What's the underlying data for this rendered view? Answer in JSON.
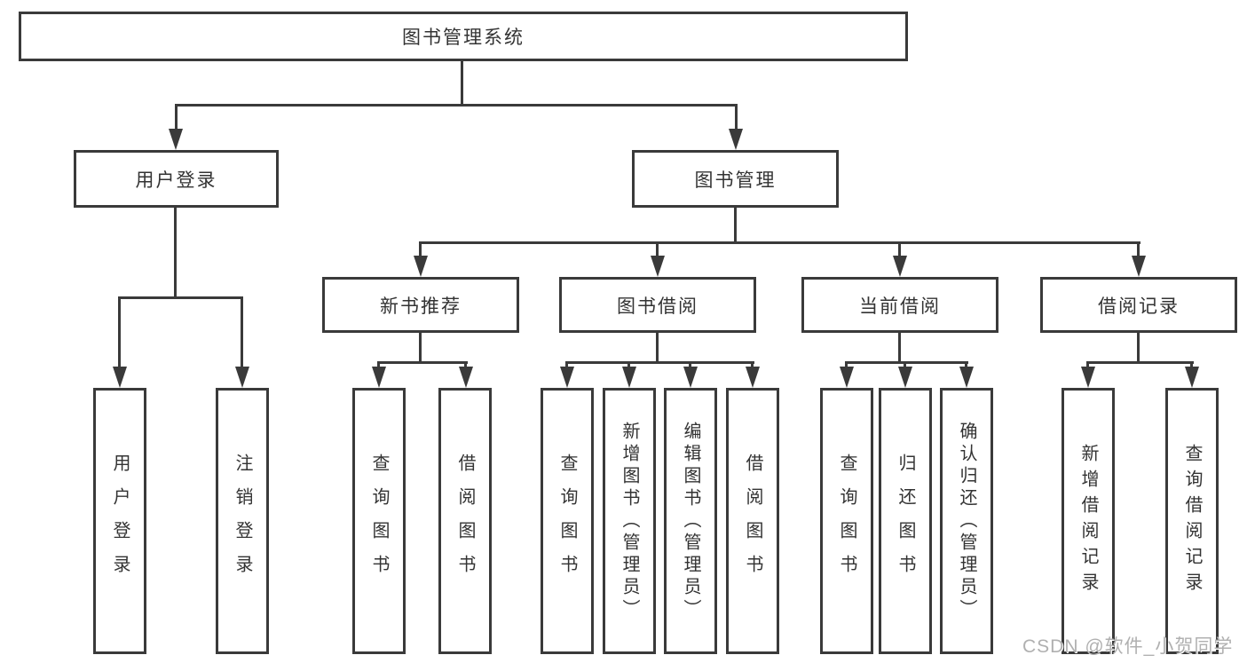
{
  "style": {
    "line_color": "#3a3a3a",
    "text_color": "#333333",
    "watermark_color": "#b0b0b0",
    "background": "#ffffff"
  },
  "tree": {
    "root": {
      "label": "图书管理系统",
      "children": [
        {
          "label": "用户登录",
          "children": [
            {
              "label": "用户登录"
            },
            {
              "label": "注销登录"
            }
          ]
        },
        {
          "label": "图书管理",
          "children": [
            {
              "label": "新书推荐",
              "children": [
                {
                  "label": "查询图书"
                },
                {
                  "label": "借阅图书"
                }
              ]
            },
            {
              "label": "图书借阅",
              "children": [
                {
                  "label": "查询图书"
                },
                {
                  "label": "新增图书（管理员）"
                },
                {
                  "label": "编辑图书（管理员）"
                },
                {
                  "label": "借阅图书"
                }
              ]
            },
            {
              "label": "当前借阅",
              "children": [
                {
                  "label": "查询图书"
                },
                {
                  "label": "归还图书"
                },
                {
                  "label": "确认归还（管理员）"
                }
              ]
            },
            {
              "label": "借阅记录",
              "children": [
                {
                  "label": "新增借阅记录"
                },
                {
                  "label": "查询借阅记录"
                }
              ]
            }
          ]
        }
      ]
    }
  },
  "watermark": {
    "text": "CSDN @软件_小贺同学"
  }
}
